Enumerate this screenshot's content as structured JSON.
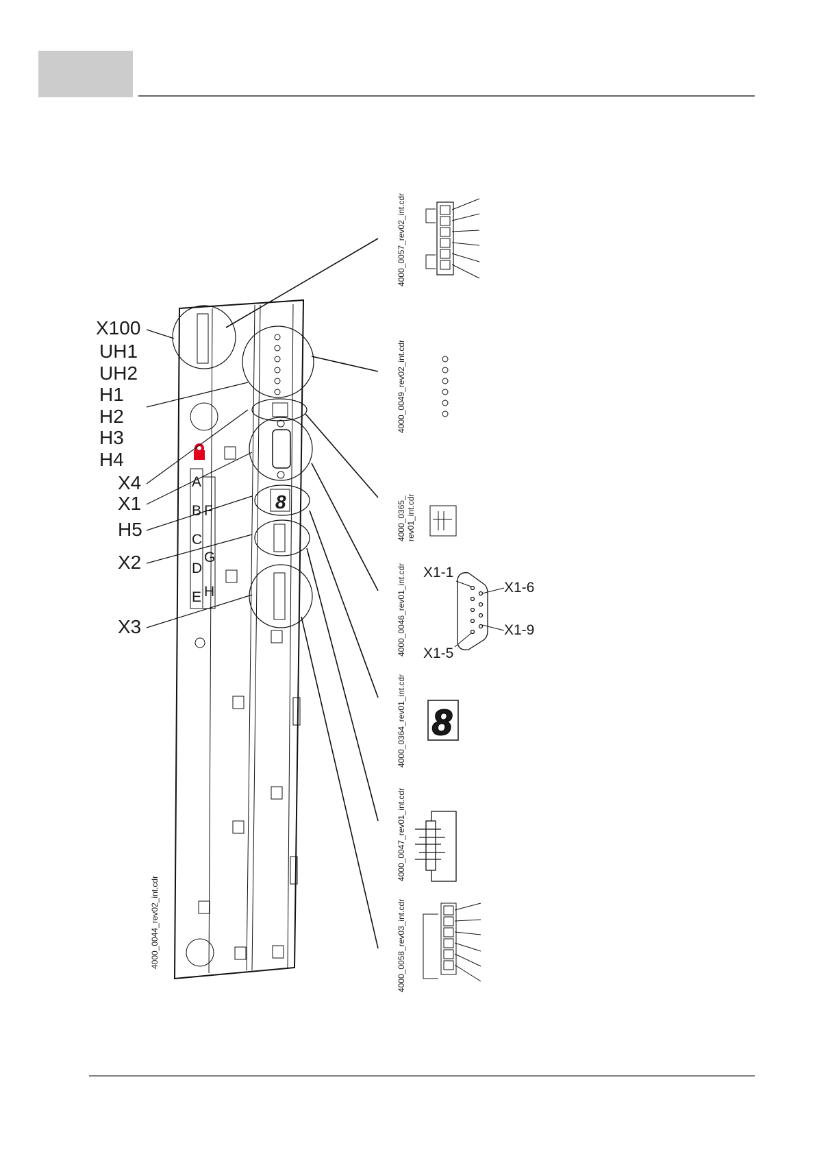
{
  "header": {
    "box_color": "#cccccc",
    "rule_color": "#333333"
  },
  "labels": {
    "x100": "X100",
    "uh1": "UH1",
    "uh2": "UH2",
    "h1": "H1",
    "h2": "H2",
    "h3": "H3",
    "h4": "H4",
    "x4": "X4",
    "x1": "X1",
    "h5": "H5",
    "x2": "X2",
    "x3": "X3"
  },
  "panel_letters": [
    "A",
    "B",
    "C",
    "D",
    "E",
    "F",
    "G",
    "H"
  ],
  "seven_segment_digit": "8",
  "sub_db9": {
    "pin1": "X1-1",
    "pin6": "X1-6",
    "pin9": "X1-9",
    "pin5": "X1-5"
  },
  "filenames": {
    "f0057": "4000_0057_rev02_int.cdr",
    "f0049": "4000_0049_rev02_int.cdr",
    "f0365a": "4000_0365_",
    "f0365b": "rev01_int.cdr",
    "f0046": "4000_0046_rev01_int.cdr",
    "f0364": "4000_0364_rev01_int.cdr",
    "f0047": "4000_0047_rev01_int.cdr",
    "f0058": "4000_0058_rev03_int.cdr",
    "f0044": "4000_0044_rev02_int.cdr"
  },
  "colors": {
    "logo_red": "#e2001a",
    "line": "#111111"
  }
}
